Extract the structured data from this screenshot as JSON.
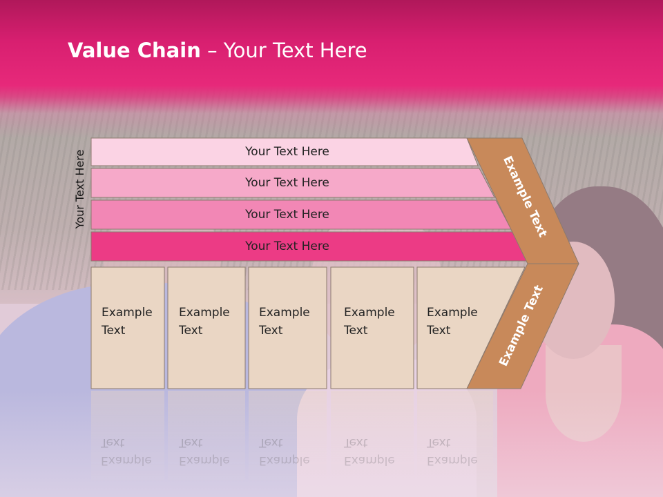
{
  "slide": {
    "title_bold": "Value Chain",
    "title_rest": " – Your Text Here"
  },
  "diagram": {
    "side_label": "Your Text Here",
    "rows": [
      {
        "label": "Your Text Here",
        "color": "#fbd3e4"
      },
      {
        "label": "Your Text Here",
        "color": "#f6a9c9"
      },
      {
        "label": "Your Text Here",
        "color": "#f287b5"
      },
      {
        "label": "Your Text Here",
        "color": "#ec3b85"
      }
    ],
    "cells": [
      {
        "line1": "Example",
        "line2": "Text"
      },
      {
        "line1": "Example",
        "line2": "Text"
      },
      {
        "line1": "Example",
        "line2": "Text"
      },
      {
        "line1": "Example",
        "line2": "Text"
      },
      {
        "line1": "Example",
        "line2": "Text"
      }
    ],
    "chevron_top_label": "Example Text",
    "chevron_bottom_label": "Example Text",
    "colors": {
      "cell_fill": "#ead6c4",
      "chevron_fill": "#c8895a",
      "border": "#8c7a6e"
    }
  }
}
